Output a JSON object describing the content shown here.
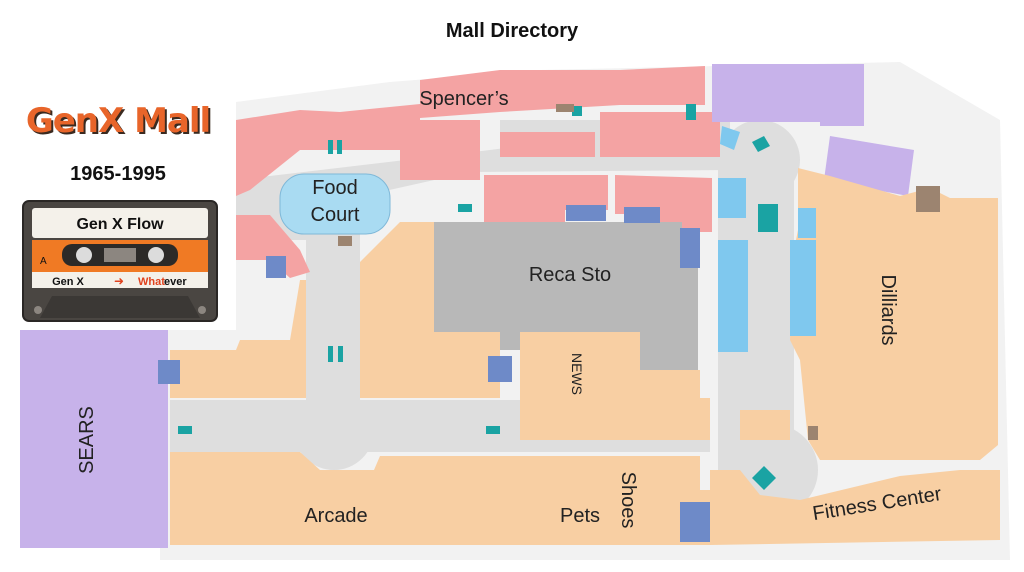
{
  "header": {
    "title": "Mall Directory"
  },
  "brand": {
    "name": "GenX Mall",
    "years": "1965-1995"
  },
  "cassette": {
    "label": "Gen X Flow",
    "side": "A",
    "left_text": "Gen X",
    "right_text_a": "What",
    "right_text_b": "ever"
  },
  "stores": {
    "spencers": "Spencer’s",
    "food_court_line1": "Food",
    "food_court_line2": "Court",
    "reca_sto": "Reca Sto",
    "dilliards": "Dilliards",
    "news": "NEWS",
    "sears": "SEARS",
    "arcade": "Arcade",
    "pets": "Pets",
    "shoes": "Shoes",
    "fitness_center": "Fitness Center"
  },
  "colors": {
    "corridor": "#dedede",
    "grass": "#f2f2f2",
    "pink": "#f4a3a3",
    "orange": "#f8cfa3",
    "purple": "#c7b2ea",
    "gray_anchor": "#b8b8b8",
    "blue": "#7fc8ee",
    "navy": "#6e8ac8",
    "teal": "#1aa3a3",
    "brown": "#9c8470",
    "lines": "#e6b78a"
  }
}
